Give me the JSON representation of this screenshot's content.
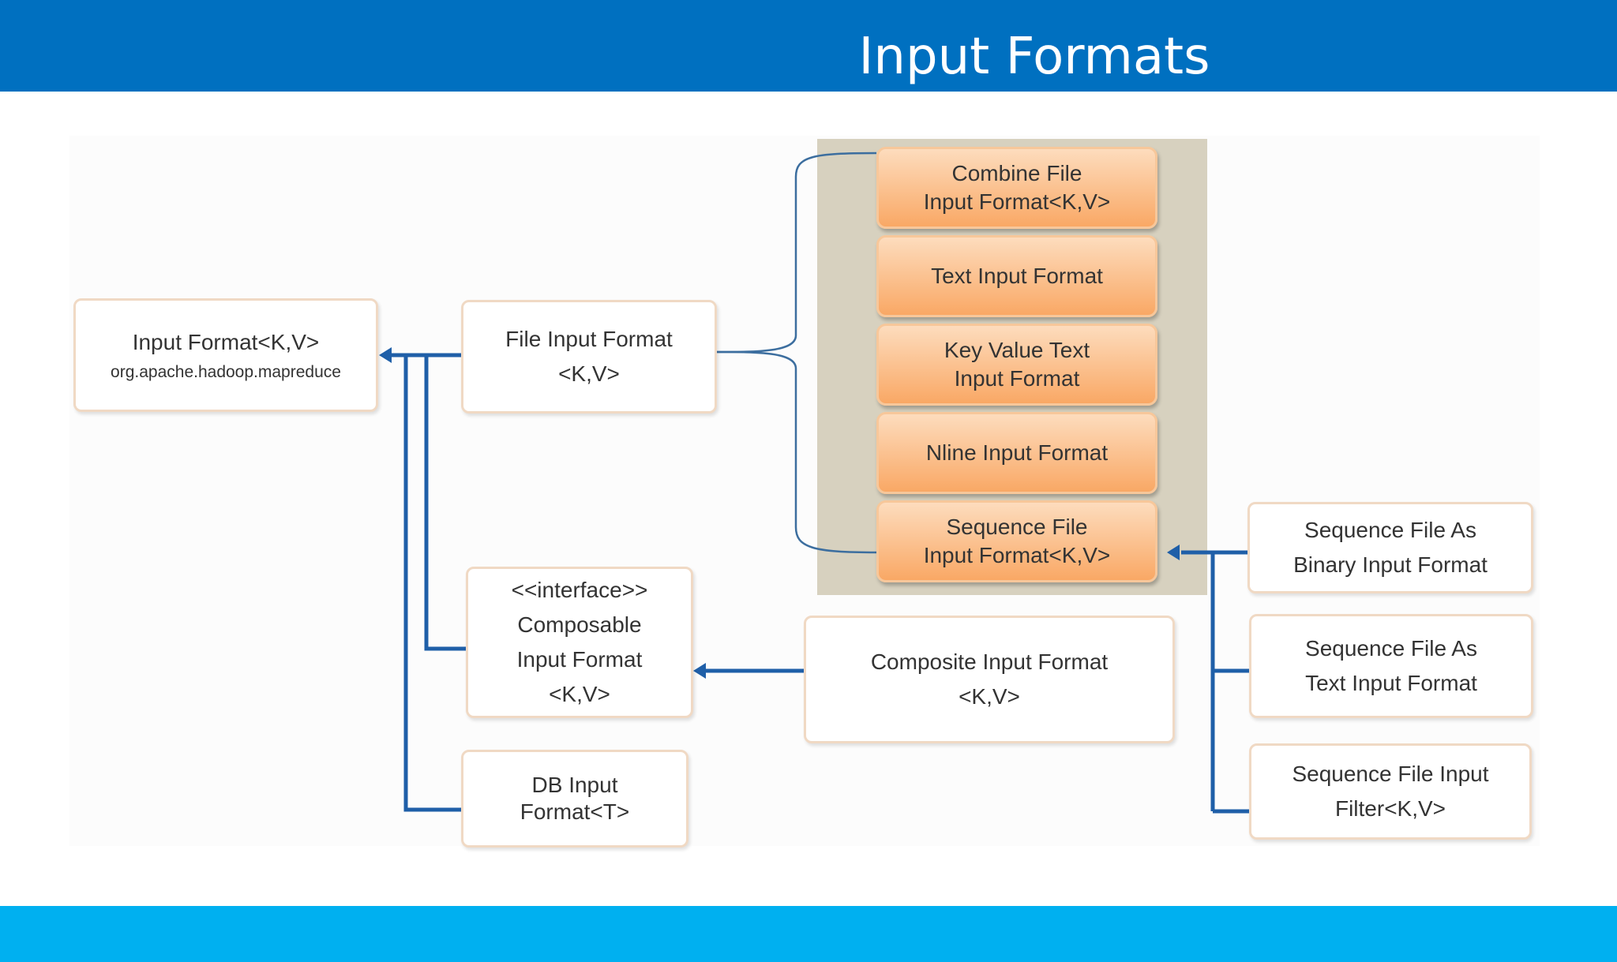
{
  "slide": {
    "title": "Input Formats"
  },
  "diagram": {
    "input_format": {
      "line1": "Input Format<K,V>",
      "line2": "org.apache.hadoop.mapreduce"
    },
    "file_input_format": {
      "line1": "File Input Format",
      "line2": "<K,V>"
    },
    "combine_file": {
      "line1": "Combine File",
      "line2": "Input Format<K,V>"
    },
    "text_input": {
      "line1": "Text Input Format"
    },
    "key_value_text": {
      "line1": "Key Value Text",
      "line2": "Input Format"
    },
    "nline_input": {
      "line1": "Nline Input Format"
    },
    "sequence_file": {
      "line1": "Sequence File",
      "line2": "Input Format<K,V>"
    },
    "composable": {
      "line1": "<<interface>>",
      "line2": "Composable",
      "line3": "Input Format",
      "line4": "<K,V>"
    },
    "composite": {
      "line1": "Composite Input Format",
      "line2": "<K,V>"
    },
    "db_input": {
      "line1": "DB Input",
      "line2": "Format<T>"
    },
    "seq_binary": {
      "line1": "Sequence File As",
      "line2": "Binary Input Format"
    },
    "seq_text": {
      "line1": "Sequence File As",
      "line2": "Text Input Format"
    },
    "seq_filter": {
      "line1": "Sequence File Input",
      "line2": "Filter<K,V>"
    }
  },
  "colors": {
    "header": "#0070c0",
    "footer": "#00b0f0",
    "connector": "#1f5fa8",
    "orange_box": "#f9a865",
    "shaded_group": "#d7d1bf"
  }
}
